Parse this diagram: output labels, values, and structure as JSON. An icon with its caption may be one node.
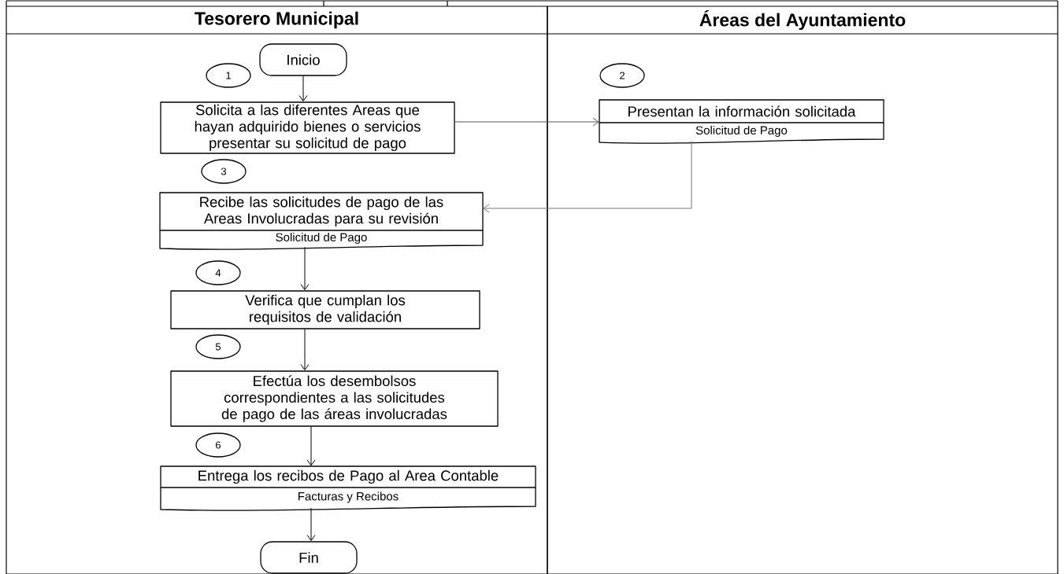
{
  "diagram": {
    "nodes": [
      {
        "text": [
          "Tesorero Municipal"
        ]
      },
      {
        "text": [
          "Inicio"
        ],
        "in": 0
      },
      {
        "text": [
          "1"
        ],
        "in": 0
      },
      {
        "text": [
          "Solicita a las diferentes Areas que hayan adquirido bienes o servicios presentar su solicitud de pago"
        ],
        "in": 0
      },
      {
        "text": [
          "3"
        ],
        "in": 0
      },
      {
        "text": [
          "Recibe las solicitudes de pago de las Areas Involucradas para su revisión",
          "Solicitud de Pago"
        ],
        "in": 0
      },
      {
        "text": [
          "4"
        ],
        "in": 0
      },
      {
        "text": [
          "Verifica que cumplan los requisitos de validación"
        ],
        "in": 0
      },
      {
        "text": [
          "5"
        ],
        "in": 0
      },
      {
        "text": [
          "Efectúa los desembolsos correspondientes a las solicitudes de pago de las áreas involucradas"
        ],
        "in": 0
      },
      {
        "text": [
          "6"
        ],
        "in": 0
      },
      {
        "text": [
          "Entrega los recibos de Pago al Area Contable",
          "Facturas y Recibos"
        ],
        "in": 0
      },
      {
        "text": [
          "Fin"
        ],
        "in": 0
      },
      {
        "text": [
          "Áreas del Ayuntamiento"
        ]
      },
      {
        "text": [
          "2"
        ],
        "in": 13
      },
      {
        "text": [
          "Presentan la información solicitada",
          "Solicitud de Pago"
        ],
        "in": 13
      }
    ],
    "edges": [
      {
        "from": 1,
        "to": 3,
        "arrow": "to"
      },
      {
        "from": 3,
        "to": 15,
        "arrow": "to",
        "color": "#555555"
      },
      {
        "from": 15,
        "to": 5,
        "arrow": "to",
        "color": "#777777"
      },
      {
        "from": 5,
        "to": 7,
        "arrow": "to"
      },
      {
        "from": 7,
        "to": 9,
        "arrow": "to"
      },
      {
        "from": 9,
        "to": 11,
        "arrow": "to"
      },
      {
        "from": 11,
        "to": 12,
        "arrow": "to"
      }
    ]
  }
}
